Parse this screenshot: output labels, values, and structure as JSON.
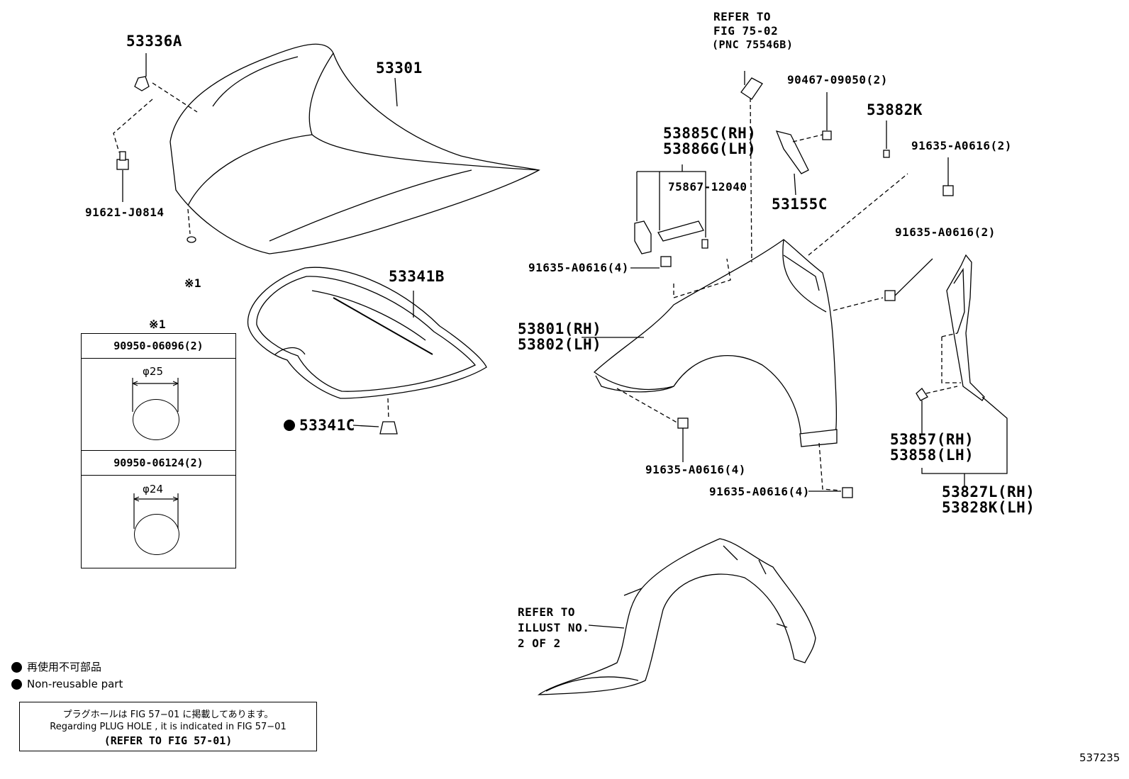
{
  "parts": {
    "p53336A": "53336A",
    "p53301": "53301",
    "p91621": "91621-J0814",
    "ref1": "※1",
    "p53341B": "53341B",
    "p53341C": "53341C",
    "refer_fig_l1": "REFER TO",
    "refer_fig_l2": "FIG 75-02",
    "refer_fig_l3": "(PNC 75546B)",
    "p90467": "90467-09050(2)",
    "p53882K": "53882K",
    "p91635_a": "91635-A0616(2)",
    "p53885C": "53885C(RH)",
    "p53886G": "53886G(LH)",
    "p75867": "75867-12040",
    "p53155C": "53155C",
    "p91635_b": "91635-A0616(2)",
    "p91635_c": "91635-A0616(4)",
    "p53801": "53801(RH)",
    "p53802": "53802(LH)",
    "p91635_d": "91635-A0616(4)",
    "p91635_e": "91635-A0616(4)",
    "p53857": "53857(RH)",
    "p53858": "53858(LH)",
    "p53827L": "53827L(RH)",
    "p53828K": "53828K(LH)",
    "refer_illust_l1": "REFER TO",
    "refer_illust_l2": "ILLUST NO.",
    "refer_illust_l3": "2 OF 2"
  },
  "sub_box": {
    "title": "※1",
    "item1_part": "90950-06096(2)",
    "item1_dia": "φ25",
    "item2_part": "90950-06124(2)",
    "item2_dia": "φ24"
  },
  "legend": {
    "jp": "再使用不可部品",
    "en": "Non-reusable part"
  },
  "note": {
    "line1": "プラグホールは FIG 57−01 に掲載してあります。",
    "line2": "Regarding  PLUG  HOLE , it is indicated in  FIG  57−01",
    "line3": "(REFER TO FIG 57-01)"
  },
  "illustration_id": "537235"
}
